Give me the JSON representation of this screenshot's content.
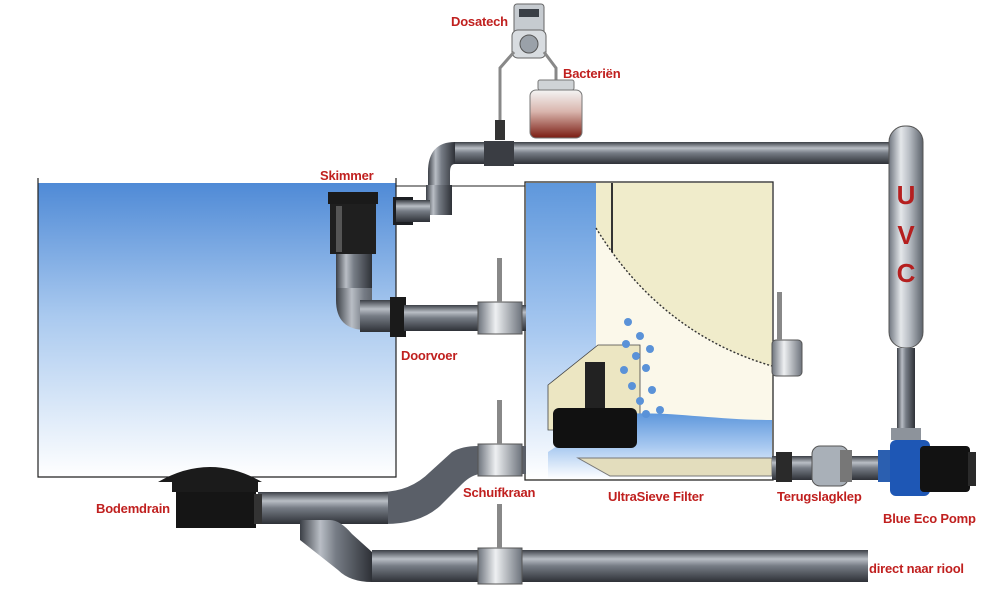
{
  "labels": {
    "dosatech": "Dosatech",
    "bacterien": "Bacteriën",
    "skimmer": "Skimmer",
    "doorvoer": "Doorvoer",
    "bodemdrain": "Bodemdrain",
    "schuifkraan": "Schuifkraan",
    "ultrasieve": "UltraSieve Filter",
    "terugslagklep": "Terugslagklep",
    "pomp": "Blue Eco Pomp",
    "riool": "direct naar riool"
  },
  "uvc_letters": [
    "U",
    "V",
    "C"
  ],
  "colors": {
    "label_red": "#c0201f",
    "pipe_dark": "#4a4e56",
    "pipe_light": "#9aa0a8",
    "water_blue": "#5f95d8",
    "filter_beige": "#f0eccb"
  }
}
